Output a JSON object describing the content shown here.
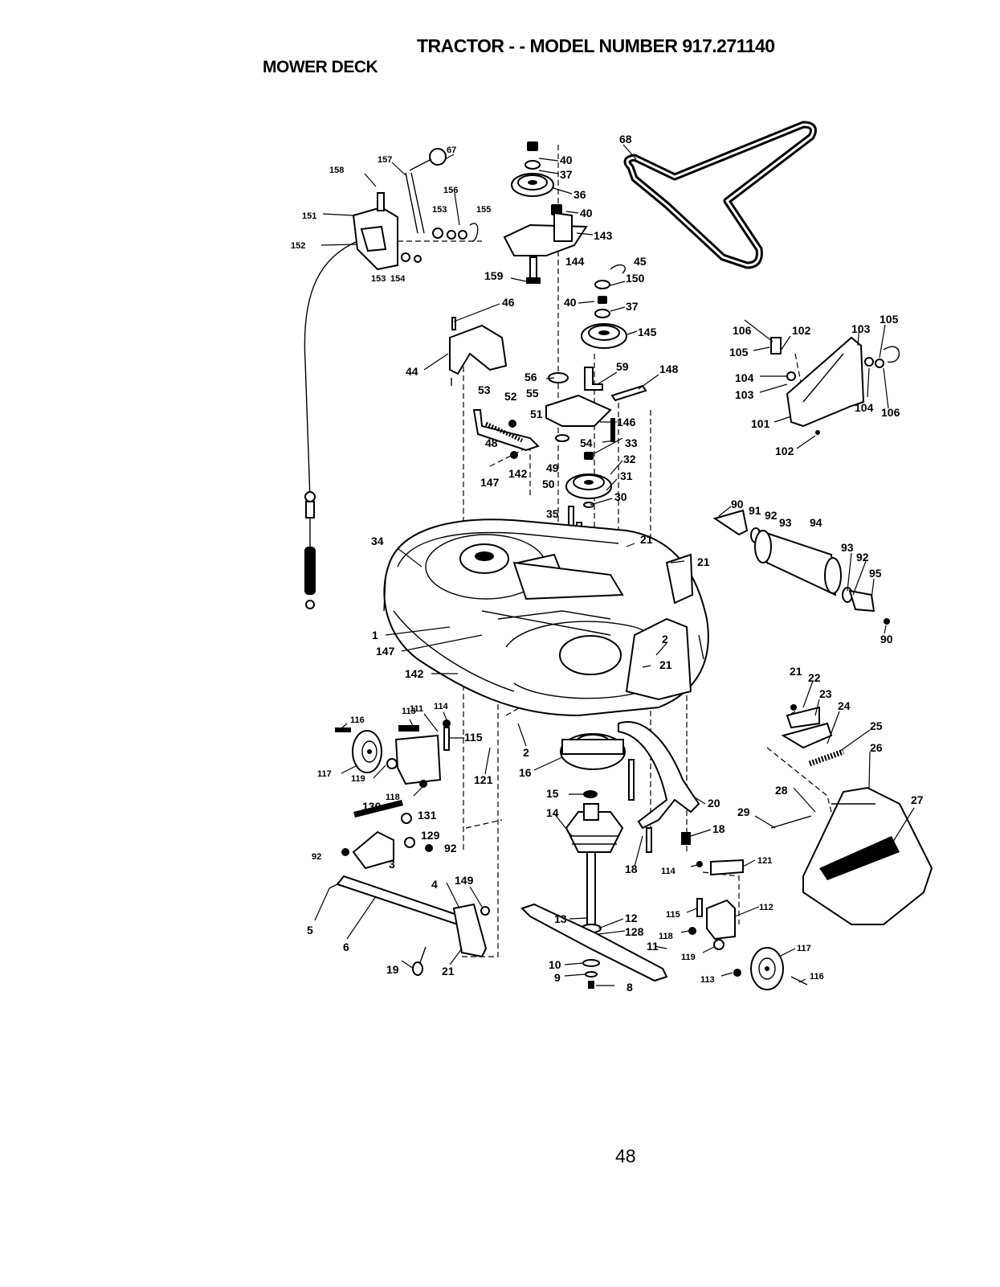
{
  "header": {
    "title": "TRACTOR - - MODEL NUMBER 917.271140",
    "section": "MOWER DECK"
  },
  "footer": {
    "page_number": "48"
  },
  "callouts": [
    {
      "id": "c67",
      "label": "67"
    },
    {
      "id": "c157",
      "label": "157"
    },
    {
      "id": "c158",
      "label": "158"
    },
    {
      "id": "c151",
      "label": "151"
    },
    {
      "id": "c152",
      "label": "152"
    },
    {
      "id": "c156",
      "label": "156"
    },
    {
      "id": "c153a",
      "label": "153"
    },
    {
      "id": "c155",
      "label": "155"
    },
    {
      "id": "c153b",
      "label": "153"
    },
    {
      "id": "c154",
      "label": "154"
    },
    {
      "id": "c40a",
      "label": "40"
    },
    {
      "id": "c37a",
      "label": "37"
    },
    {
      "id": "c36",
      "label": "36"
    },
    {
      "id": "c40b",
      "label": "40"
    },
    {
      "id": "c143",
      "label": "143"
    },
    {
      "id": "c144",
      "label": "144"
    },
    {
      "id": "c159",
      "label": "159"
    },
    {
      "id": "c45",
      "label": "45"
    },
    {
      "id": "c150",
      "label": "150"
    },
    {
      "id": "c40c",
      "label": "40"
    },
    {
      "id": "c37b",
      "label": "37"
    },
    {
      "id": "c145",
      "label": "145"
    },
    {
      "id": "c46",
      "label": "46"
    },
    {
      "id": "c44",
      "label": "44"
    },
    {
      "id": "c68",
      "label": "68"
    },
    {
      "id": "c106a",
      "label": "106"
    },
    {
      "id": "c102a",
      "label": "102"
    },
    {
      "id": "c103a",
      "label": "103"
    },
    {
      "id": "c105a",
      "label": "105"
    },
    {
      "id": "c105b",
      "label": "105"
    },
    {
      "id": "c104a",
      "label": "104"
    },
    {
      "id": "c103b",
      "label": "103"
    },
    {
      "id": "c104b",
      "label": "104"
    },
    {
      "id": "c106b",
      "label": "106"
    },
    {
      "id": "c101",
      "label": "101"
    },
    {
      "id": "c102b",
      "label": "102"
    },
    {
      "id": "c56",
      "label": "56"
    },
    {
      "id": "c59",
      "label": "59"
    },
    {
      "id": "c148",
      "label": "148"
    },
    {
      "id": "c53",
      "label": "53"
    },
    {
      "id": "c52",
      "label": "52"
    },
    {
      "id": "c55",
      "label": "55"
    },
    {
      "id": "c51",
      "label": "51"
    },
    {
      "id": "c146",
      "label": "146"
    },
    {
      "id": "c48",
      "label": "48"
    },
    {
      "id": "c54",
      "label": "54"
    },
    {
      "id": "c33",
      "label": "33"
    },
    {
      "id": "c49",
      "label": "49"
    },
    {
      "id": "c32",
      "label": "32"
    },
    {
      "id": "c142a",
      "label": "142"
    },
    {
      "id": "c147a",
      "label": "147"
    },
    {
      "id": "c50",
      "label": "50"
    },
    {
      "id": "c31",
      "label": "31"
    },
    {
      "id": "c30",
      "label": "30"
    },
    {
      "id": "c35",
      "label": "35"
    },
    {
      "id": "c21a",
      "label": "21"
    },
    {
      "id": "c34",
      "label": "34"
    },
    {
      "id": "c21b",
      "label": "21"
    },
    {
      "id": "c90a",
      "label": "90"
    },
    {
      "id": "c91",
      "label": "91"
    },
    {
      "id": "c92a",
      "label": "92"
    },
    {
      "id": "c93a",
      "label": "93"
    },
    {
      "id": "c94",
      "label": "94"
    },
    {
      "id": "c93b",
      "label": "93"
    },
    {
      "id": "c92b",
      "label": "92"
    },
    {
      "id": "c95",
      "label": "95"
    },
    {
      "id": "c90b",
      "label": "90"
    },
    {
      "id": "c1",
      "label": "1"
    },
    {
      "id": "c147b",
      "label": "147"
    },
    {
      "id": "c2a",
      "label": "2"
    },
    {
      "id": "c21c",
      "label": "21"
    },
    {
      "id": "c142b",
      "label": "142"
    },
    {
      "id": "c21d",
      "label": "21"
    },
    {
      "id": "c22",
      "label": "22"
    },
    {
      "id": "c23",
      "label": "23"
    },
    {
      "id": "c24",
      "label": "24"
    },
    {
      "id": "c25",
      "label": "25"
    },
    {
      "id": "c26",
      "label": "26"
    },
    {
      "id": "c116a",
      "label": "116"
    },
    {
      "id": "c113a",
      "label": "113"
    },
    {
      "id": "c111",
      "label": "111"
    },
    {
      "id": "c114a",
      "label": "114"
    },
    {
      "id": "c115a",
      "label": "115"
    },
    {
      "id": "c117a",
      "label": "117"
    },
    {
      "id": "c119a",
      "label": "119"
    },
    {
      "id": "c121a",
      "label": "121"
    },
    {
      "id": "c2b",
      "label": "2"
    },
    {
      "id": "c16",
      "label": "16"
    },
    {
      "id": "c118a",
      "label": "118"
    },
    {
      "id": "c130",
      "label": "130"
    },
    {
      "id": "c131",
      "label": "131"
    },
    {
      "id": "c129",
      "label": "129"
    },
    {
      "id": "c92c",
      "label": "92"
    },
    {
      "id": "c92d",
      "label": "92"
    },
    {
      "id": "c3",
      "label": "3"
    },
    {
      "id": "c15",
      "label": "15"
    },
    {
      "id": "c14",
      "label": "14"
    },
    {
      "id": "c20",
      "label": "20"
    },
    {
      "id": "c28",
      "label": "28"
    },
    {
      "id": "c27",
      "label": "27"
    },
    {
      "id": "c29",
      "label": "29"
    },
    {
      "id": "c18a",
      "label": "18"
    },
    {
      "id": "c18b",
      "label": "18"
    },
    {
      "id": "c114b",
      "label": "114"
    },
    {
      "id": "c121b",
      "label": "121"
    },
    {
      "id": "c4",
      "label": "4"
    },
    {
      "id": "c149",
      "label": "149"
    },
    {
      "id": "c5",
      "label": "5"
    },
    {
      "id": "c6",
      "label": "6"
    },
    {
      "id": "c13",
      "label": "13"
    },
    {
      "id": "c12",
      "label": "12"
    },
    {
      "id": "c128",
      "label": "128"
    },
    {
      "id": "c115b",
      "label": "115"
    },
    {
      "id": "c112",
      "label": "112"
    },
    {
      "id": "c118b",
      "label": "118"
    },
    {
      "id": "c11",
      "label": "11"
    },
    {
      "id": "c119b",
      "label": "119"
    },
    {
      "id": "c117b",
      "label": "117"
    },
    {
      "id": "c19",
      "label": "19"
    },
    {
      "id": "c21e",
      "label": "21"
    },
    {
      "id": "c10",
      "label": "10"
    },
    {
      "id": "c9",
      "label": "9"
    },
    {
      "id": "c8",
      "label": "8"
    },
    {
      "id": "c113b",
      "label": "113"
    },
    {
      "id": "c116b",
      "label": "116"
    }
  ]
}
